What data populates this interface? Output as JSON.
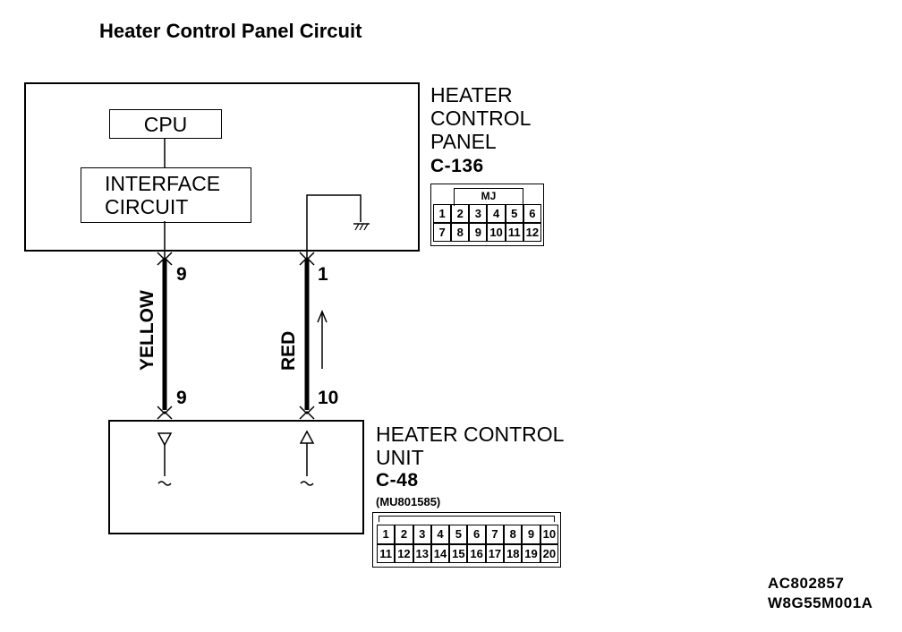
{
  "title": "Heater Control Panel Circuit",
  "panel": {
    "cpu_label": "CPU",
    "interface_label_1": "INTERFACE",
    "interface_label_2": "CIRCUIT",
    "name_1": "HEATER",
    "name_2": "CONTROL",
    "name_3": "PANEL",
    "connector_id": "C-136",
    "connector_tag": "MJ",
    "pins_row1": [
      "1",
      "2",
      "3",
      "4",
      "5",
      "6"
    ],
    "pins_row2": [
      "7",
      "8",
      "9",
      "10",
      "11",
      "12"
    ]
  },
  "wires": {
    "yellow_label": "YELLOW",
    "red_label": "RED",
    "yellow_pin_top": "9",
    "yellow_pin_bottom": "9",
    "red_pin_top": "1",
    "red_pin_bottom": "10"
  },
  "unit": {
    "name_1": "HEATER CONTROL",
    "name_2": "UNIT",
    "connector_id": "C-48",
    "part_number": "(MU801585)",
    "pins_row1": [
      "1",
      "2",
      "3",
      "4",
      "5",
      "6",
      "7",
      "8",
      "9",
      "10"
    ],
    "pins_row2": [
      "11",
      "12",
      "13",
      "14",
      "15",
      "16",
      "17",
      "18",
      "19",
      "20"
    ]
  },
  "codes": {
    "code_1": "AC802857",
    "code_2": "W8G55M001A"
  }
}
